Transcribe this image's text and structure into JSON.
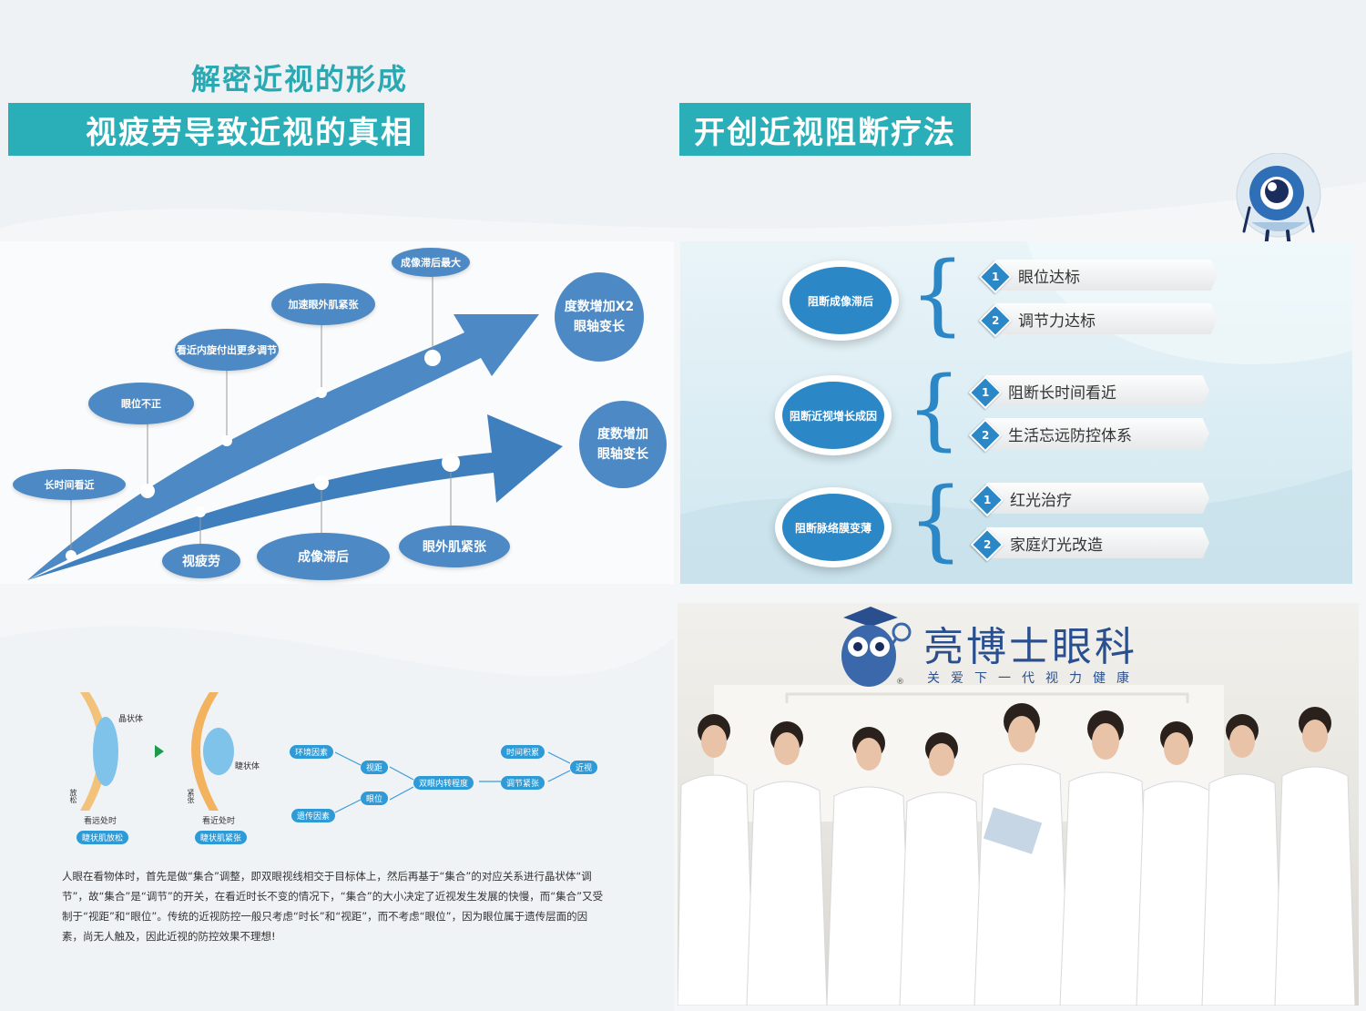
{
  "header": {
    "subtitle": "解密近视的形成",
    "left_banner": "视疲劳导致近视的真相",
    "right_banner": "开创近视阻断疗法"
  },
  "diagram": {
    "stage_labels": [
      "长时间看近",
      "眼位不正",
      "看近内旋付出更多调节",
      "加速眼外肌紧张",
      "成像滞后最大"
    ],
    "lower_labels": [
      "视疲劳",
      "成像滞后",
      "眼外肌紧张"
    ],
    "result_upper": [
      "度数增加X2",
      "眼轴变长"
    ],
    "result_lower": [
      "度数增加",
      "眼轴变长"
    ]
  },
  "therapy": {
    "groups": [
      {
        "title": "阻断成像滞后",
        "items": [
          {
            "num": "1",
            "label": "眼位达标"
          },
          {
            "num": "2",
            "label": "调节力达标"
          }
        ]
      },
      {
        "title": "阻断近视增长成因",
        "items": [
          {
            "num": "1",
            "label": "阻断长时间看近"
          },
          {
            "num": "2",
            "label": "生活忘远防控体系"
          }
        ]
      },
      {
        "title": "阻断脉络膜变薄",
        "items": [
          {
            "num": "1",
            "label": "红光治疗"
          },
          {
            "num": "2",
            "label": "家庭灯光改造"
          }
        ]
      }
    ]
  },
  "eye_illustration": {
    "lens_label": "晶状体",
    "ciliary_label": "睫状体",
    "relaxed_side": "放松",
    "tense_side": "紧张",
    "far_caption": "看远处时",
    "near_caption": "看近处时",
    "far_tag": "睫状肌放松",
    "near_tag": "睫状肌紧张"
  },
  "flow": {
    "env": "环境因素",
    "gene": "遗传因素",
    "distance": "视距",
    "position": "眼位",
    "rotation": "双眼内转程度",
    "time": "时间积累",
    "accommodation": "调节紧张",
    "myopia": "近视"
  },
  "paragraph": "人眼在看物体时，首先是做“集合”调整，即双眼视线相交于目标体上，然后再基于“集合”的对应关系进行晶状体“调节”，故“集合”是“调节”的开关，在看近时长不变的情况下，“集合”的大小决定了近视发生发展的快慢，而“集合”又受制于“视距”和“眼位”。传统的近视防控一般只考虑“时长”和“视距”，而不考虑“眼位”，因为眼位属于遗传层面的因素，尚无人触及，因此近视的防控效果不理想!",
  "clinic": {
    "name": "亮博士眼科",
    "slogan": "关爱下一代视力健康",
    "registered": "®"
  },
  "colors": {
    "teal": "#2aaeb8",
    "diagram_blue": "#4d89c4",
    "therapy_blue": "#2c87c6"
  }
}
